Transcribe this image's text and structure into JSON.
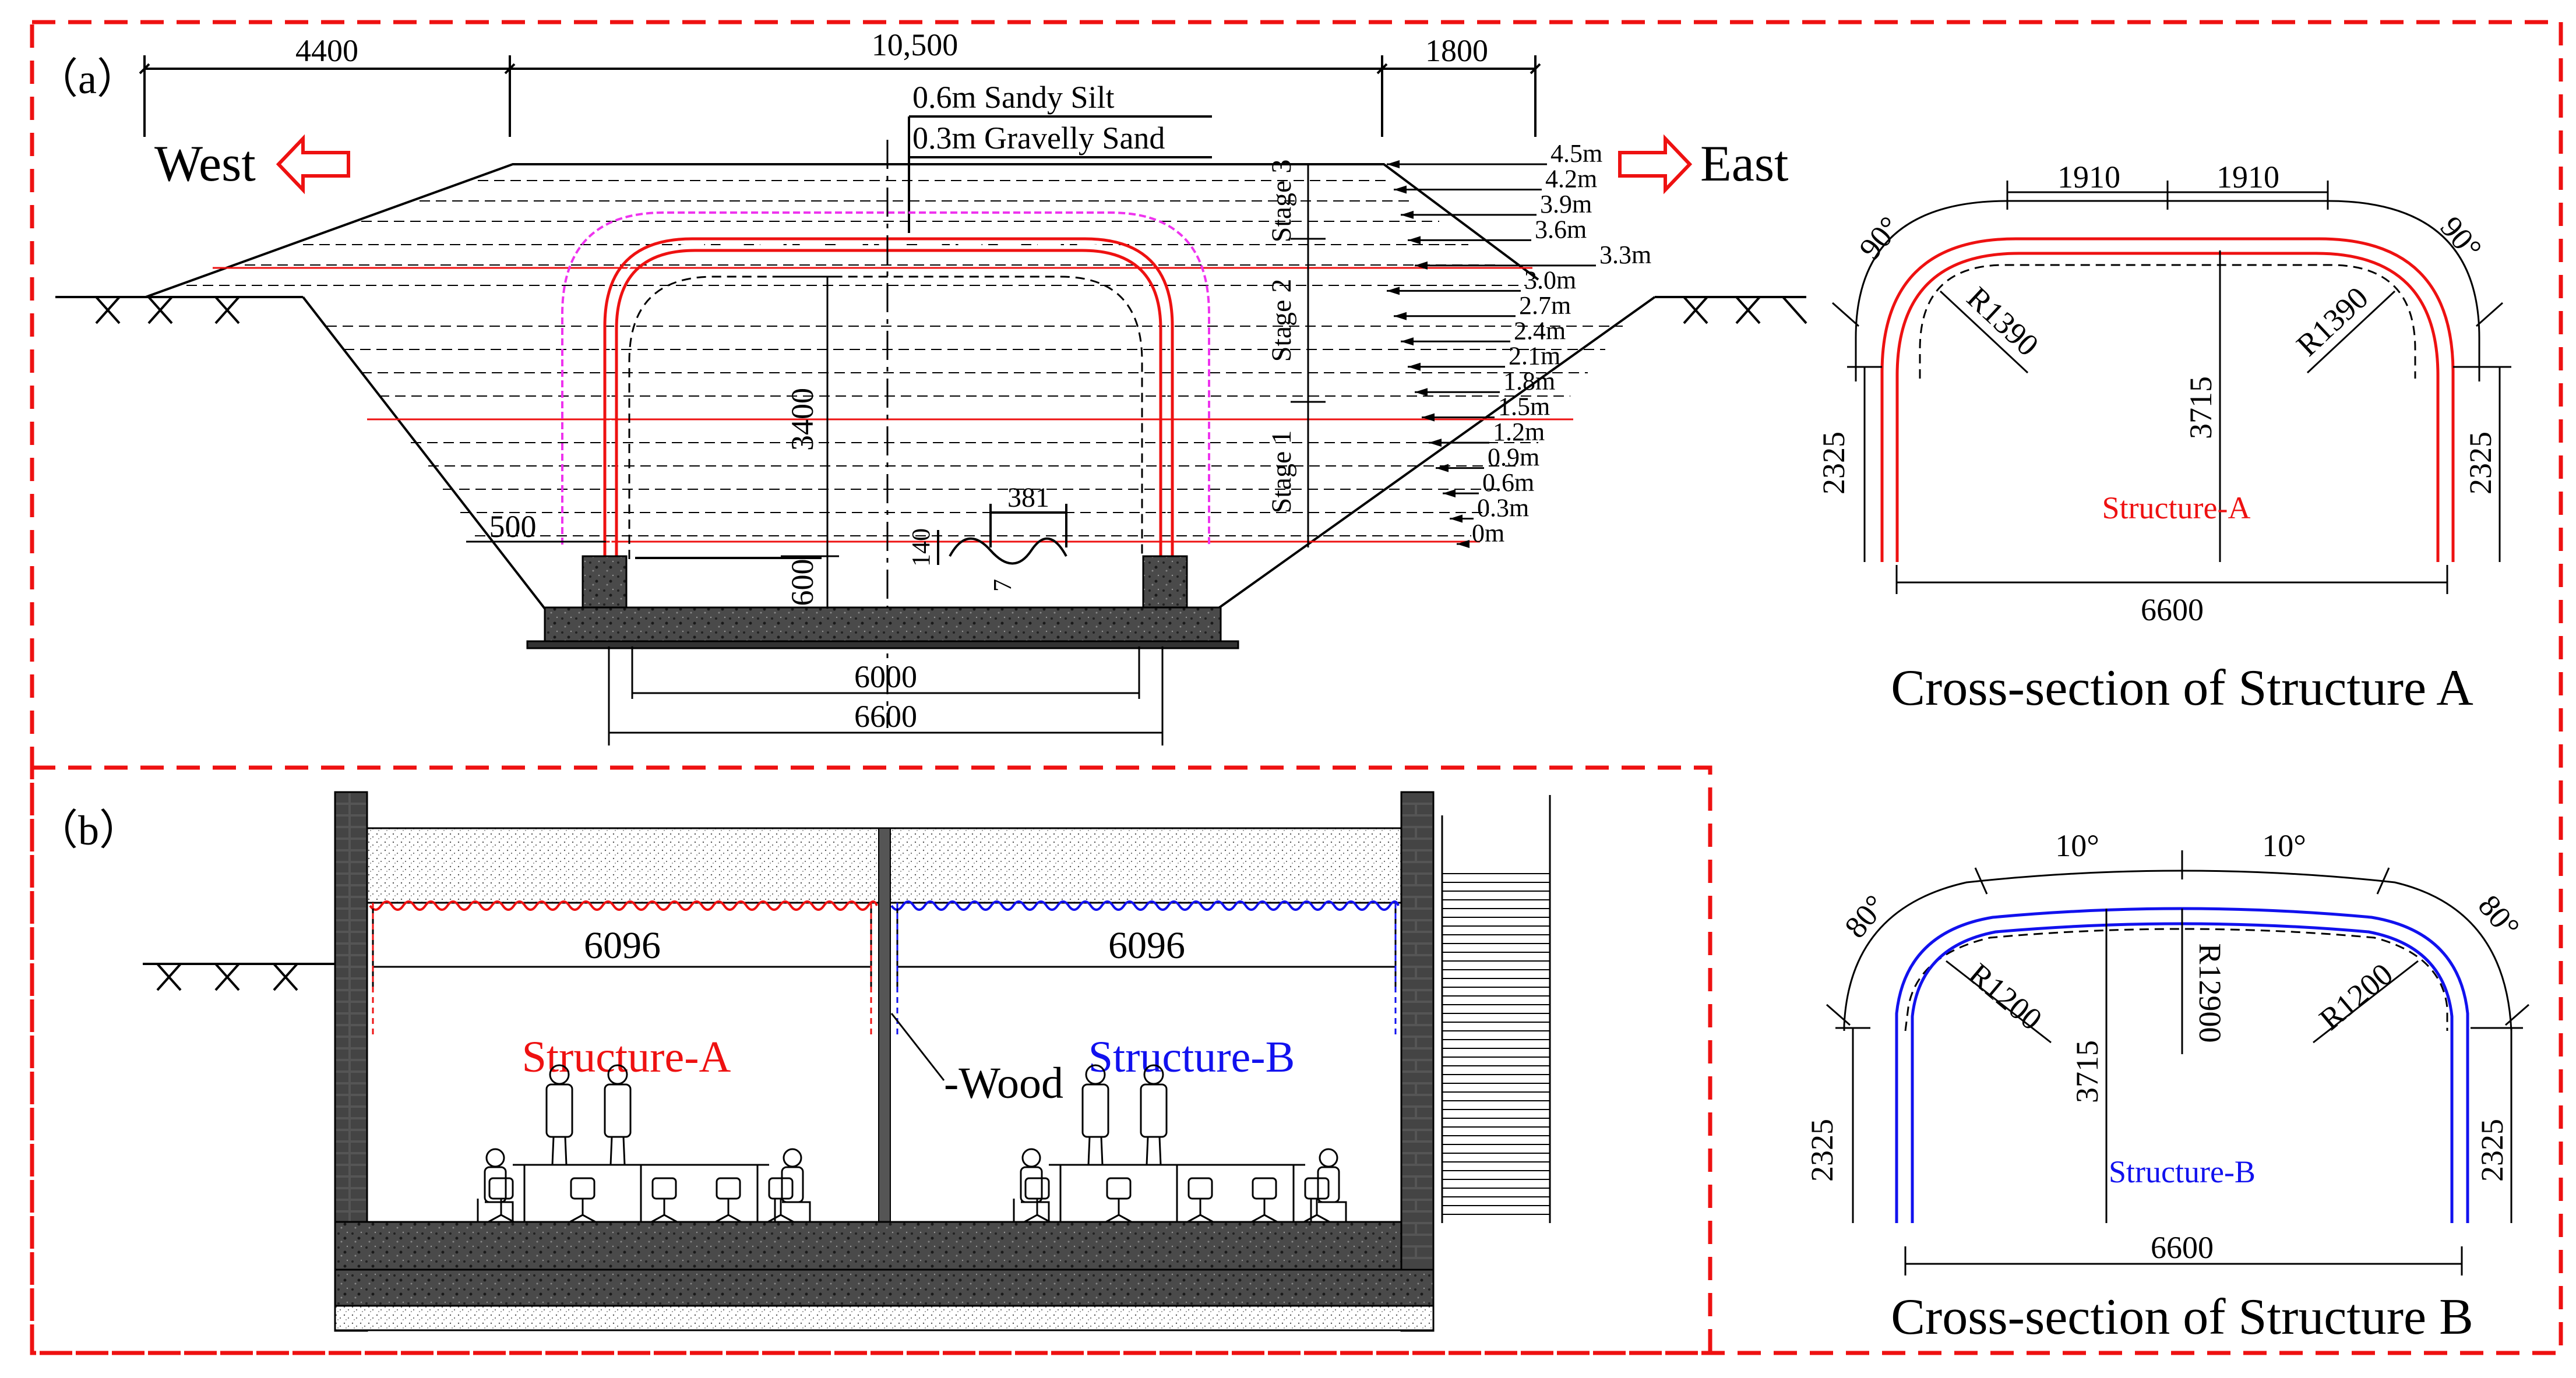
{
  "panel_a": {
    "label": "（a）",
    "west": "West",
    "east": "East",
    "dims_top": [
      "4400",
      "10,500",
      "1800"
    ],
    "soil_1": "0.6m Sandy Silt",
    "soil_2": "0.3m Gravelly Sand",
    "stages": [
      "Stage 3",
      "Stage 2",
      "Stage 1"
    ],
    "levels": [
      "4.5m",
      "4.2m",
      "3.9m",
      "3.6m",
      "3.3m",
      "3.0m",
      "2.7m",
      "2.4m",
      "2.1m",
      "1.8m",
      "1.5m",
      "1.2m",
      "0.9m",
      "0.6m",
      "0.3m",
      "0m"
    ],
    "dim_height": "3400",
    "dim_500": "500",
    "dim_600": "600",
    "dim_381": "381",
    "dim_140": "140",
    "dim_7": "7",
    "dim_6000": "6000",
    "dim_6600": "6600"
  },
  "section_a": {
    "caption": "Cross-section of Structure A",
    "label": "Structure-A",
    "dim_1910_l": "1910",
    "dim_1910_r": "1910",
    "angle_l": "90°",
    "angle_r": "90°",
    "radius_l": "R1390",
    "radius_r": "R1390",
    "dim_height": "3715",
    "dim_side_l": "2325",
    "dim_side_r": "2325",
    "dim_span": "6600"
  },
  "panel_b": {
    "label": "（b）",
    "span_a": "6096",
    "span_b": "6096",
    "structure_a": "Structure-A",
    "structure_b": "Structure-B",
    "wood": "-Wood"
  },
  "section_b": {
    "caption": "Cross-section of Structure B",
    "label": "Structure-B",
    "angle_top_l": "10°",
    "angle_top_r": "10°",
    "angle_l": "80°",
    "angle_r": "80°",
    "radius_l": "R1200",
    "radius_top": "R12900",
    "radius_r": "R1200",
    "dim_height": "3715",
    "dim_side_l": "2325",
    "dim_side_r": "2325",
    "dim_span": "6600"
  },
  "colors": {
    "red": "#ee1111",
    "blue": "#1111ee",
    "magenta": "#ee33ee",
    "frame": "#ee1111"
  }
}
